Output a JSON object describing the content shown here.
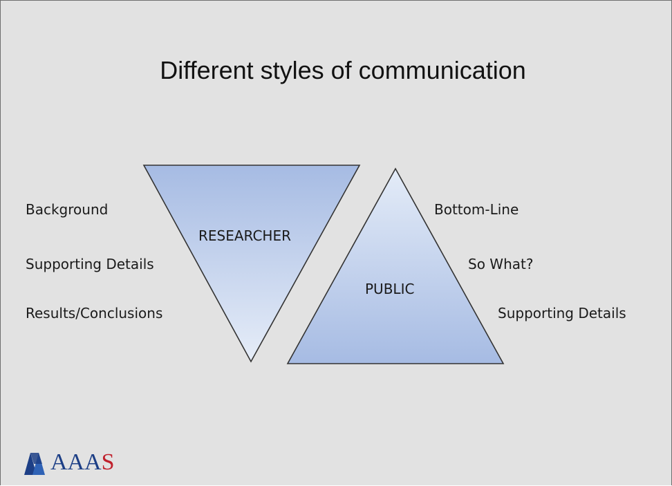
{
  "slide": {
    "title": "Different styles of communication"
  },
  "left_column": {
    "items": [
      "Background",
      "Supporting Details",
      "Results/Conclusions"
    ]
  },
  "right_column": {
    "items": [
      "Bottom-Line",
      "So What?",
      "Supporting Details"
    ]
  },
  "triangles": {
    "researcher": {
      "label": "RESEARCHER",
      "orientation": "inverted"
    },
    "public": {
      "label": "PUBLIC",
      "orientation": "upright"
    }
  },
  "logo": {
    "text_main": "AAA",
    "text_last": "S"
  },
  "colors": {
    "background": "#e2e2e2",
    "triangle_top": "#a9bde4",
    "triangle_bottom": "#e4ecf8",
    "outline": "#333333",
    "logo_blue": "#1d3f86",
    "logo_red": "#c0202c"
  }
}
